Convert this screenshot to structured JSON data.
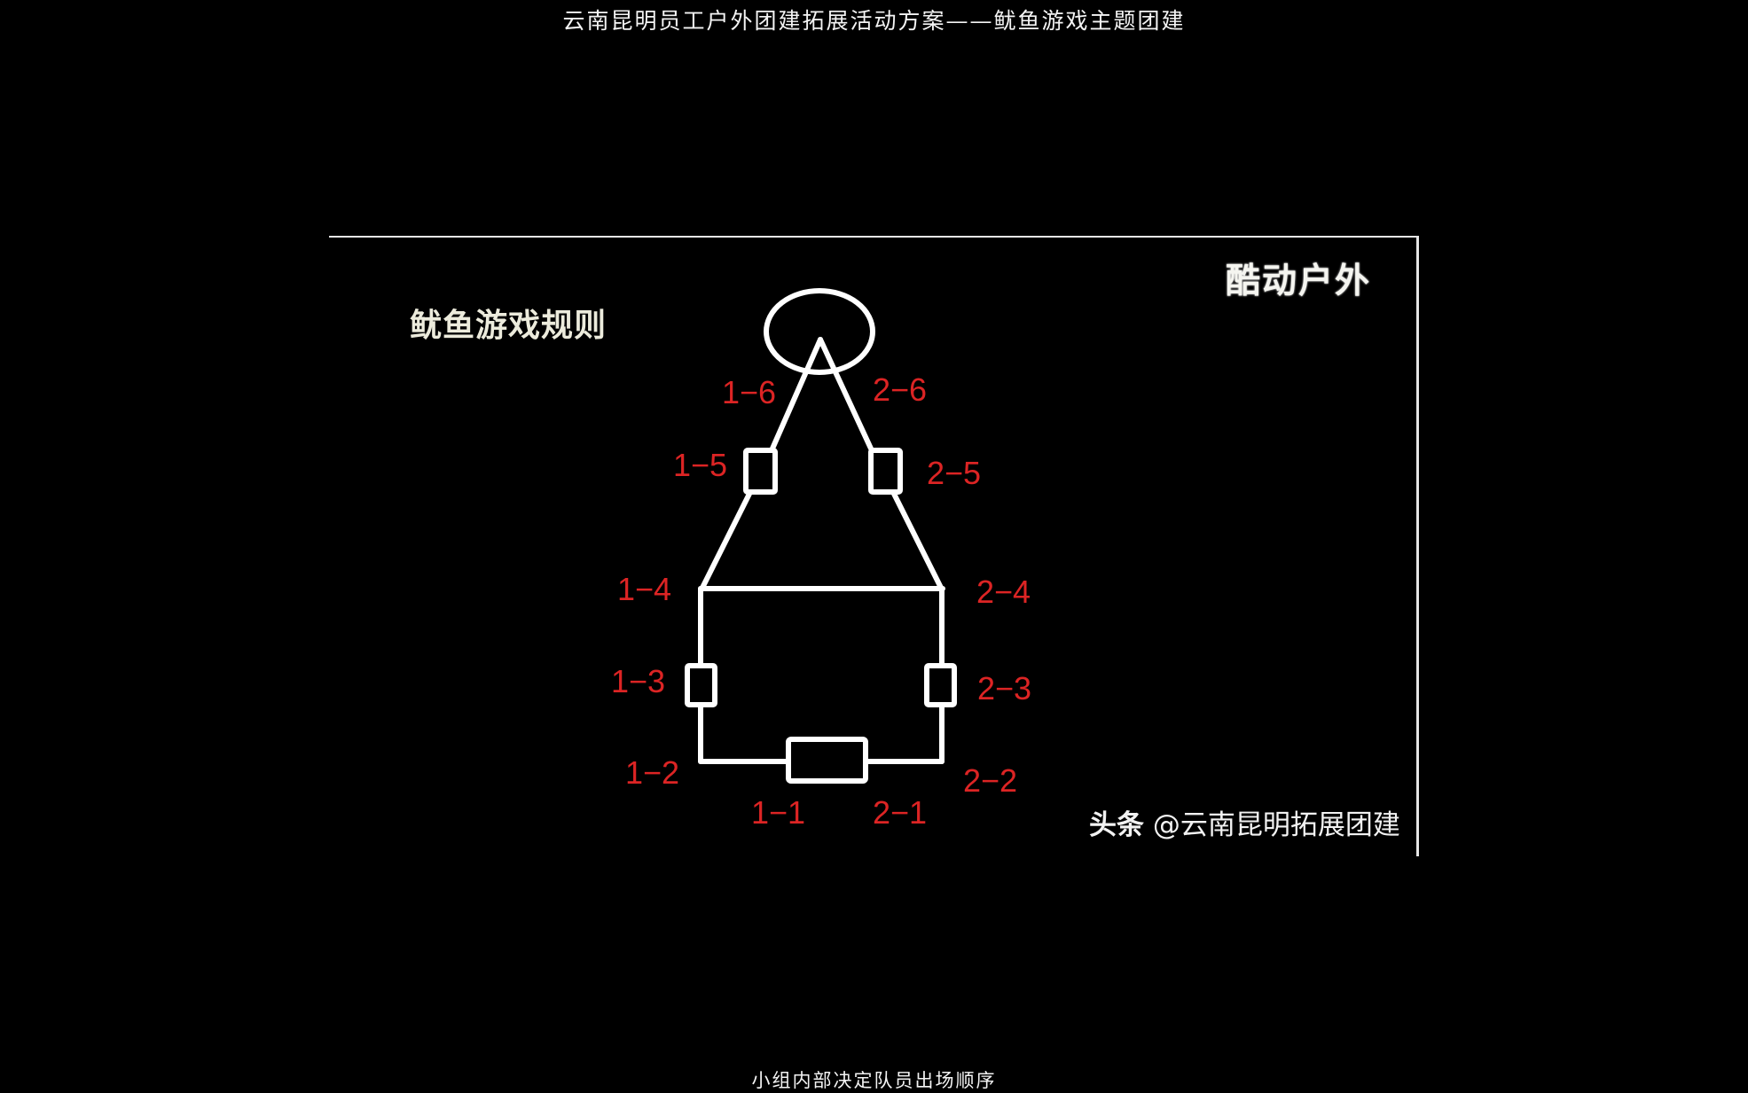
{
  "header": {
    "title": "云南昆明员工户外团建拓展活动方案——鱿鱼游戏主题团建"
  },
  "slide": {
    "rules_title": "鱿鱼游戏规则",
    "brand": "酷动户外",
    "watermark": {
      "platform": "头条",
      "handle": "@云南昆明拓展团建"
    }
  },
  "diagram": {
    "colors": {
      "shape_stroke": "#ffffff",
      "label": "#dc2424",
      "background": "#000000"
    },
    "positions": [
      {
        "id": "1-1",
        "label": "1−1"
      },
      {
        "id": "1-2",
        "label": "1−2"
      },
      {
        "id": "1-3",
        "label": "1−3"
      },
      {
        "id": "1-4",
        "label": "1−4"
      },
      {
        "id": "1-5",
        "label": "1−5"
      },
      {
        "id": "1-6",
        "label": "1−6"
      },
      {
        "id": "2-1",
        "label": "2−1"
      },
      {
        "id": "2-2",
        "label": "2−2"
      },
      {
        "id": "2-3",
        "label": "2−3"
      },
      {
        "id": "2-4",
        "label": "2−4"
      },
      {
        "id": "2-5",
        "label": "2−5"
      },
      {
        "id": "2-6",
        "label": "2−6"
      }
    ]
  },
  "footer": {
    "caption": "小组内部决定队员出场顺序"
  }
}
